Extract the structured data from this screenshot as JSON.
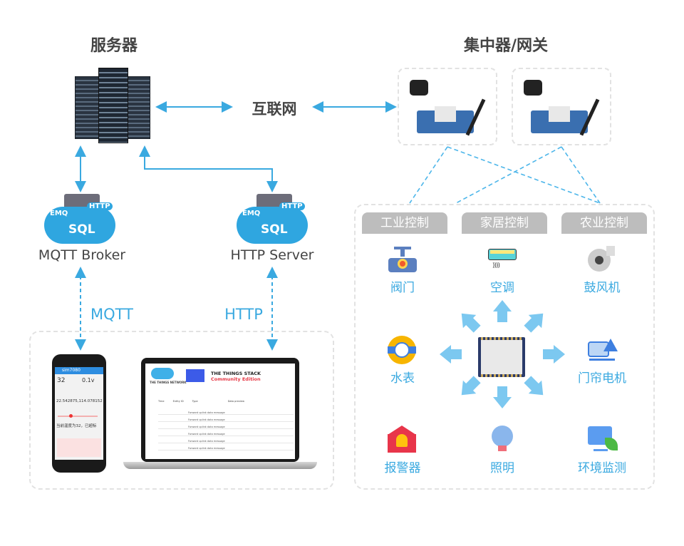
{
  "titles": {
    "server": "服务器",
    "gateway": "集中器/网关"
  },
  "internet": "互联网",
  "brokers": [
    {
      "label": "MQTT Broker",
      "badges": [
        "EMQ",
        "HTTP",
        "SQL"
      ]
    },
    {
      "label": "HTTP Server",
      "badges": [
        "EMQ",
        "HTTP",
        "SQL"
      ]
    }
  ],
  "protocols": {
    "mqtt": "MQTT",
    "http": "HTTP"
  },
  "phone": {
    "app": "sim7080",
    "temp": "32",
    "volt": "0.1v",
    "gps": "22.542875,114.078152",
    "alert": "当前温度为32，已超标"
  },
  "laptop": {
    "logo": "THE THINGS NETWORK",
    "brand1": "THE THINGS STACK",
    "brand2": "Community Edition",
    "columns": [
      "Time",
      "Entity ID",
      "Type",
      "Data preview"
    ],
    "row_type": "Forward uplink data message"
  },
  "categories": [
    "工业控制",
    "家居控制",
    "农业控制"
  ],
  "devices": [
    {
      "label": "阀门",
      "icon": "valve-icon"
    },
    {
      "label": "空调",
      "icon": "air-conditioner-icon"
    },
    {
      "label": "鼓风机",
      "icon": "blower-icon"
    },
    {
      "label": "水表",
      "icon": "water-meter-icon"
    },
    {
      "label": "门帘电机",
      "icon": "curtain-motor-icon"
    },
    {
      "label": "报警器",
      "icon": "alarm-icon"
    },
    {
      "label": "照明",
      "icon": "light-bulb-icon"
    },
    {
      "label": "环境监测",
      "icon": "environment-monitor-icon"
    }
  ],
  "colors": {
    "accent": "#3aa9e0",
    "tab": "#bdbdbd",
    "text": "#444444"
  }
}
